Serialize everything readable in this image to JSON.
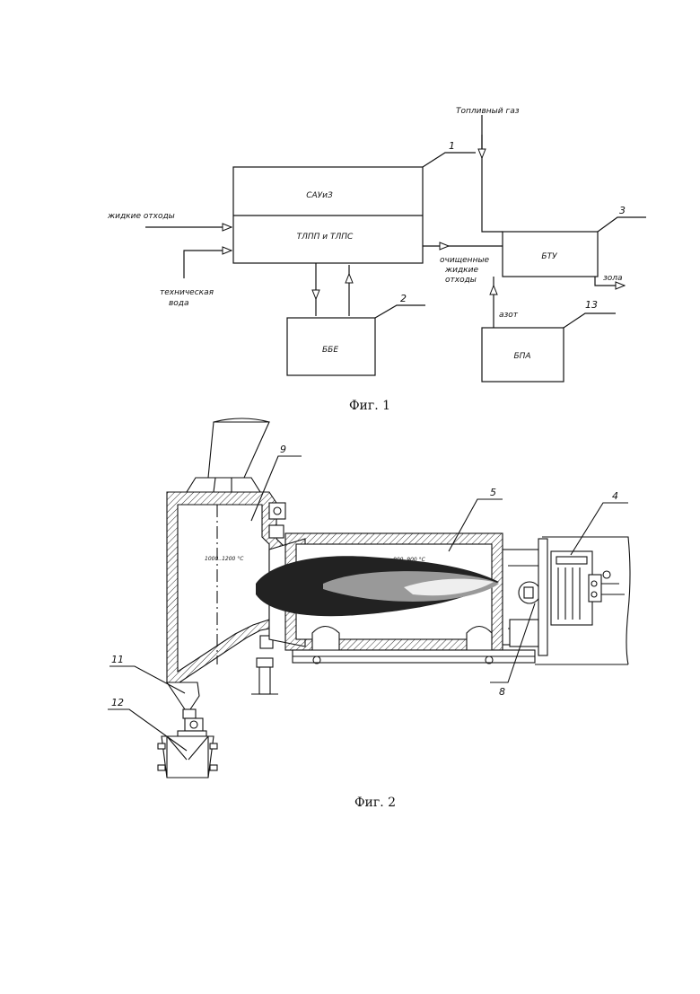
{
  "figure1": {
    "caption": "Фиг. 1",
    "blocks": {
      "sauiz": "САУиЗ",
      "tlpp": "ТЛПП и ТЛПС",
      "bbe": "ББЕ",
      "btu": "БТУ",
      "bpa": "БПА"
    },
    "labels": {
      "fuel_gas": "Топливный газ",
      "liquid_waste": "жидкие отходы",
      "tech_water_1": "техническая",
      "tech_water_2": "вода",
      "purified_1": "очищенные",
      "purified_2": "жидкие",
      "purified_3": "отходы",
      "nitrogen": "азот",
      "ash": "зола"
    },
    "numbers": {
      "n1": "1",
      "n2": "2",
      "n3": "3",
      "n13": "13"
    }
  },
  "figure2": {
    "caption": "Фиг. 2",
    "temps": {
      "chamber": "1000..1200 °С",
      "flame": "800..900 °С"
    },
    "numbers": {
      "n4": "4",
      "n5": "5",
      "n8": "8",
      "n9": "9",
      "n11": "11",
      "n12": "12"
    }
  }
}
